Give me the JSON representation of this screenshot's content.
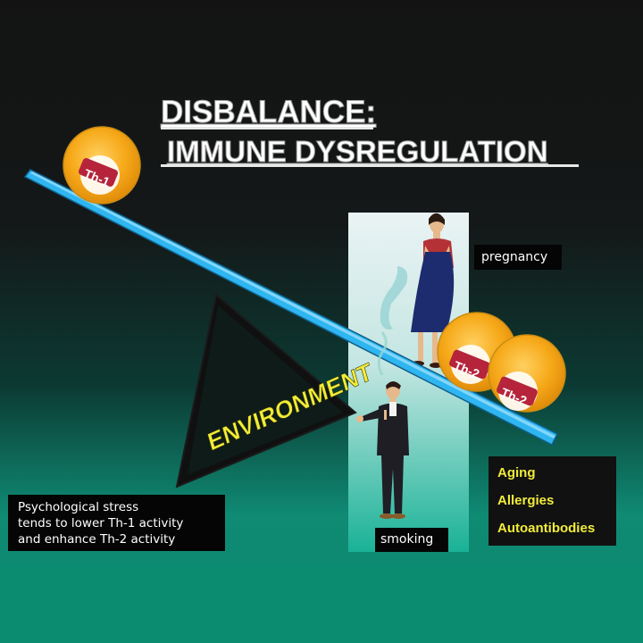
{
  "title": {
    "line1": "DISBALANCE:",
    "line2": "IMMUNE DYSREGULATION"
  },
  "fulcrum_label": "ENVIRONMENT",
  "balls": {
    "left": "Th-1",
    "right_a": "Th-2",
    "right_b": "Th-2"
  },
  "labels": {
    "pregnancy": "pregnancy",
    "smoking": "smoking",
    "stress": [
      "Psychological stress",
      "tends to lower Th-1 activity",
      "and enhance Th-2 activity"
    ]
  },
  "factors": [
    "Aging",
    "Allergies",
    "Autoantibodies"
  ],
  "colors": {
    "beam": "#2fb5f0",
    "ball": "#f5a718",
    "ball_badge": "#b5243b",
    "factor_text": "#f1ec3a",
    "fulcrum_text": "#f1ec3a",
    "floor": "#0b8b70"
  }
}
